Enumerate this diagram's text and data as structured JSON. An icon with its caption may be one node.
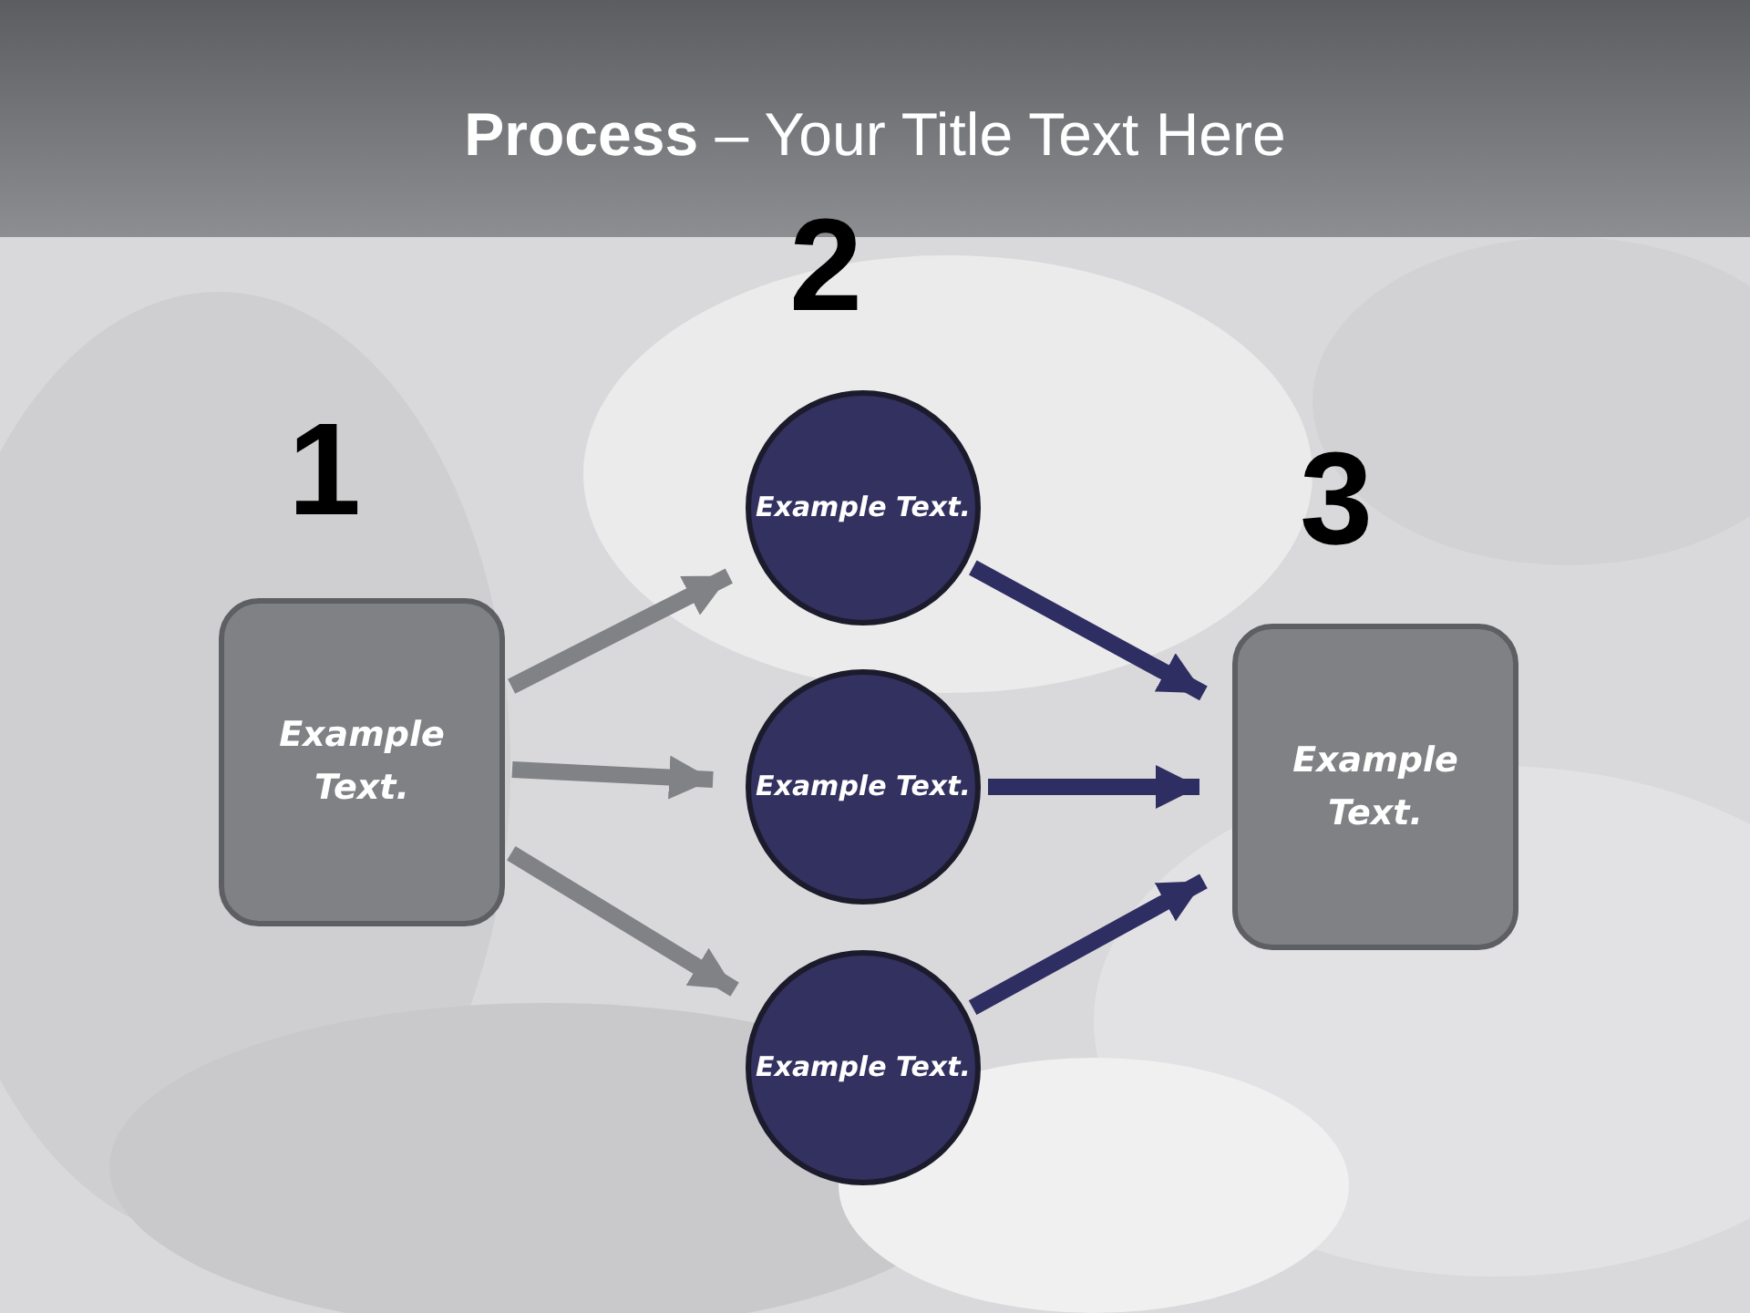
{
  "diagram": {
    "title": "**Process** – Your Title Text Here",
    "nodes": [
      {
        "text": [
          "Example Text."
        ],
        "beside": [
          "1"
        ]
      },
      {
        "text": [
          "Example Text."
        ],
        "beside": [
          "2"
        ]
      },
      {
        "text": [
          "Example Text."
        ]
      },
      {
        "text": [
          "Example Text."
        ]
      },
      {
        "text": [
          "Example Text."
        ],
        "beside": [
          "3"
        ]
      }
    ],
    "edges": [
      {
        "from": 0,
        "to": 1,
        "arrow": "to",
        "color": "#818286"
      },
      {
        "from": 0,
        "to": 2,
        "arrow": "to",
        "color": "#818286"
      },
      {
        "from": 0,
        "to": 3,
        "arrow": "to",
        "color": "#818286"
      },
      {
        "from": 1,
        "to": 4,
        "arrow": "to",
        "color": "#2f2e62"
      },
      {
        "from": 2,
        "to": 4,
        "arrow": "to",
        "color": "#2f2e62"
      },
      {
        "from": 3,
        "to": 4,
        "arrow": "to",
        "color": "#2f2e62"
      }
    ]
  }
}
